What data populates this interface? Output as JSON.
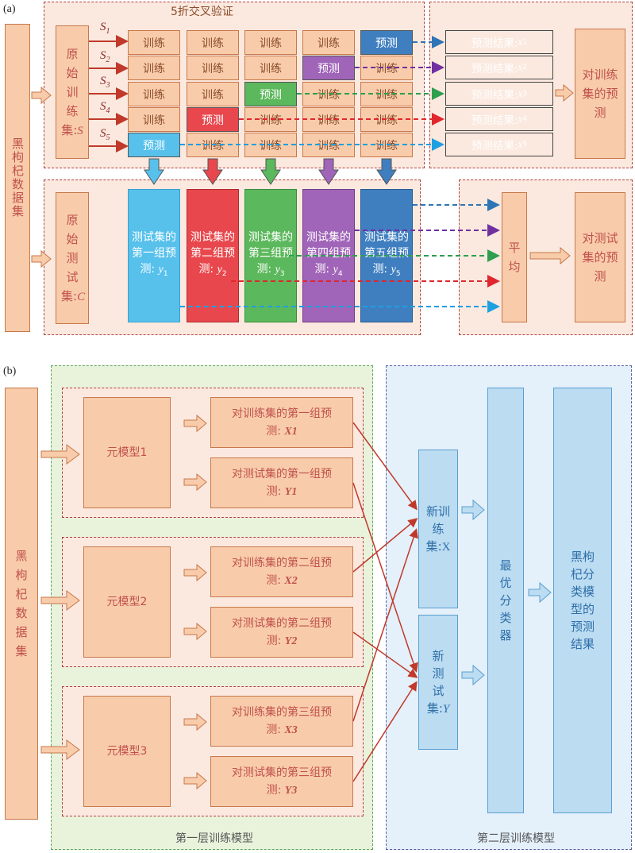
{
  "panel_a": {
    "label": "(a)",
    "cv_title": "5折交叉验证",
    "dataset": "黑枸杞数据集",
    "train_set": {
      "text": "原始训练集:",
      "var": "S"
    },
    "test_set": {
      "text": "原始测试集:",
      "var": "C"
    },
    "fold_labels": [
      {
        "text": "S",
        "sub": "1"
      },
      {
        "text": "S",
        "sub": "2"
      },
      {
        "text": "S",
        "sub": "3"
      },
      {
        "text": "S",
        "sub": "4"
      },
      {
        "text": "S",
        "sub": "5"
      }
    ],
    "train_word": "训练",
    "predict_word": "预测",
    "results": [
      {
        "text": "预测结果: ",
        "var": "x",
        "sub": "1"
      },
      {
        "text": "预测结果: ",
        "var": "x",
        "sub": "2"
      },
      {
        "text": "预测结果: ",
        "var": "x",
        "sub": "3"
      },
      {
        "text": "预测结果: ",
        "var": "x",
        "sub": "4"
      },
      {
        "text": "预测结果: ",
        "var": "x",
        "sub": "5"
      }
    ],
    "train_prediction": "对训练集的预测",
    "test_preds": [
      {
        "text": "测试集的第一组预测: ",
        "var": "y",
        "sub": "1"
      },
      {
        "text": "测试集的第二组预测: ",
        "var": "y",
        "sub": "2"
      },
      {
        "text": "测试集的第三组预测: ",
        "var": "y",
        "sub": "3"
      },
      {
        "text": "测试集的第四组预测: ",
        "var": "y",
        "sub": "4"
      },
      {
        "text": "测试集的第五组预测: ",
        "var": "y",
        "sub": "5"
      }
    ],
    "average": "平均",
    "test_prediction": "对测试集的预测",
    "colors": [
      "#2e75b6",
      "#7030a0",
      "#2e9e4f",
      "#e0262e",
      "#1e9fe0"
    ],
    "fill_colors": [
      "#3f7fc0",
      "#a064b8",
      "#5cb85c",
      "#e8484d",
      "#57c1ec"
    ]
  },
  "panel_b": {
    "label": "(b)",
    "dataset": "黑枸杞数据集",
    "meta_models": [
      "元模型1",
      "元模型2",
      "元模型3"
    ],
    "train_preds": [
      {
        "text": "对训练集的第一组预测: ",
        "var": "X1"
      },
      {
        "text": "对训练集的第二组预测: ",
        "var": "X2"
      },
      {
        "text": "对训练集的第三组预测: ",
        "var": "X3"
      }
    ],
    "test_preds": [
      {
        "text": "对测试集的第一组预测: ",
        "var": "Y1"
      },
      {
        "text": "对测试集的第二组预测: ",
        "var": "Y2"
      },
      {
        "text": "对测试集的第三组预测: ",
        "var": "Y3"
      }
    ],
    "new_train": {
      "text": "新训练集:",
      "var": "X"
    },
    "new_test": {
      "text": "新测试集:",
      "var": "Y"
    },
    "best_classifier": "最优分类器",
    "final_result": "黑枸杞分类模型的预测结果",
    "layer1_label": "第一层训练模型",
    "layer2_label": "第二层训练模型"
  }
}
